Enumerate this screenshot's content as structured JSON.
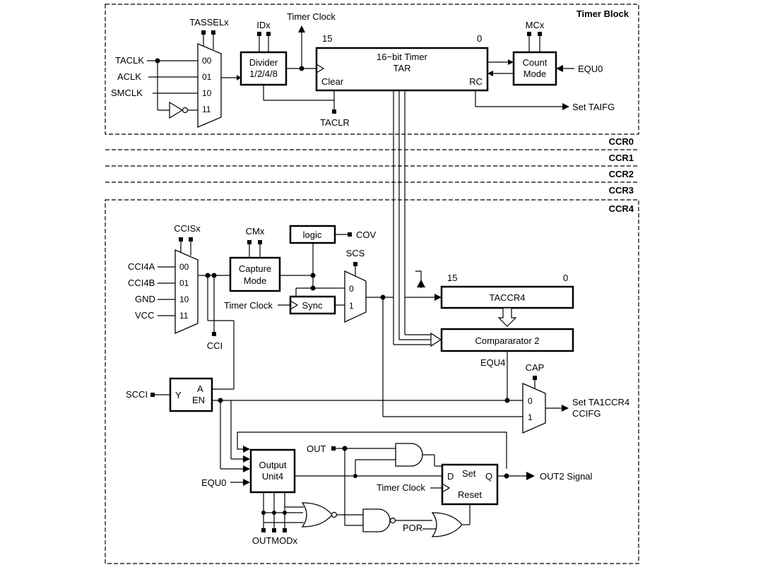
{
  "blocks": {
    "timer_block": "Timer Block",
    "ccr0": "CCR0",
    "ccr1": "CCR1",
    "ccr2": "CCR2",
    "ccr3": "CCR3",
    "ccr4": "CCR4"
  },
  "timer": {
    "tassel": "TASSELx",
    "id": "IDx",
    "timer_clock": "Timer Clock",
    "mc": "MCx",
    "taclk": "TACLK",
    "aclk": "ACLK",
    "smclk": "SMCLK",
    "mux": [
      "00",
      "01",
      "10",
      "11"
    ],
    "divider_l1": "Divider",
    "divider_l2": "1/2/4/8",
    "bit15": "15",
    "bit0": "0",
    "tar_l1": "16−bit Timer",
    "tar_l2": "TAR",
    "clear": "Clear",
    "rc": "RC",
    "count_l1": "Count",
    "count_l2": "Mode",
    "equ0": "EQU0",
    "set_taifg": "Set TAIFG",
    "taclr": "TACLR"
  },
  "ccr4": {
    "ccis": "CCISx",
    "cm": "CMx",
    "logic": "logic",
    "cov": "COV",
    "scs": "SCS",
    "in_a": "CCI4A",
    "in_b": "CCI4B",
    "gnd": "GND",
    "vcc": "VCC",
    "mux": [
      "00",
      "01",
      "10",
      "11"
    ],
    "capture_l1": "Capture",
    "capture_l2": "Mode",
    "timer_clock": "Timer Clock",
    "sync": "Sync",
    "mux2": [
      "0",
      "1"
    ],
    "cci": "CCI",
    "bit15": "15",
    "bit0": "0",
    "taccr": "TACCR4",
    "comparator": "Compararator 2",
    "equ4": "EQU4",
    "cap": "CAP",
    "mux3": [
      "0",
      "1"
    ],
    "set_flag_l1": "Set TA1CCR4",
    "set_flag_l2": "CCIFG",
    "scci": "SCCI",
    "latch_y": "Y",
    "latch_a": "A",
    "latch_en": "EN",
    "out": "OUT",
    "output_l1": "Output",
    "output_l2": "Unit4",
    "equ0": "EQU0",
    "ff_d": "D",
    "ff_set": "Set",
    "ff_q": "Q",
    "ff_reset": "Reset",
    "ff_clock": "Timer Clock",
    "out2": "OUT2 Signal",
    "por": "POR",
    "outmod": "OUTMODx"
  }
}
